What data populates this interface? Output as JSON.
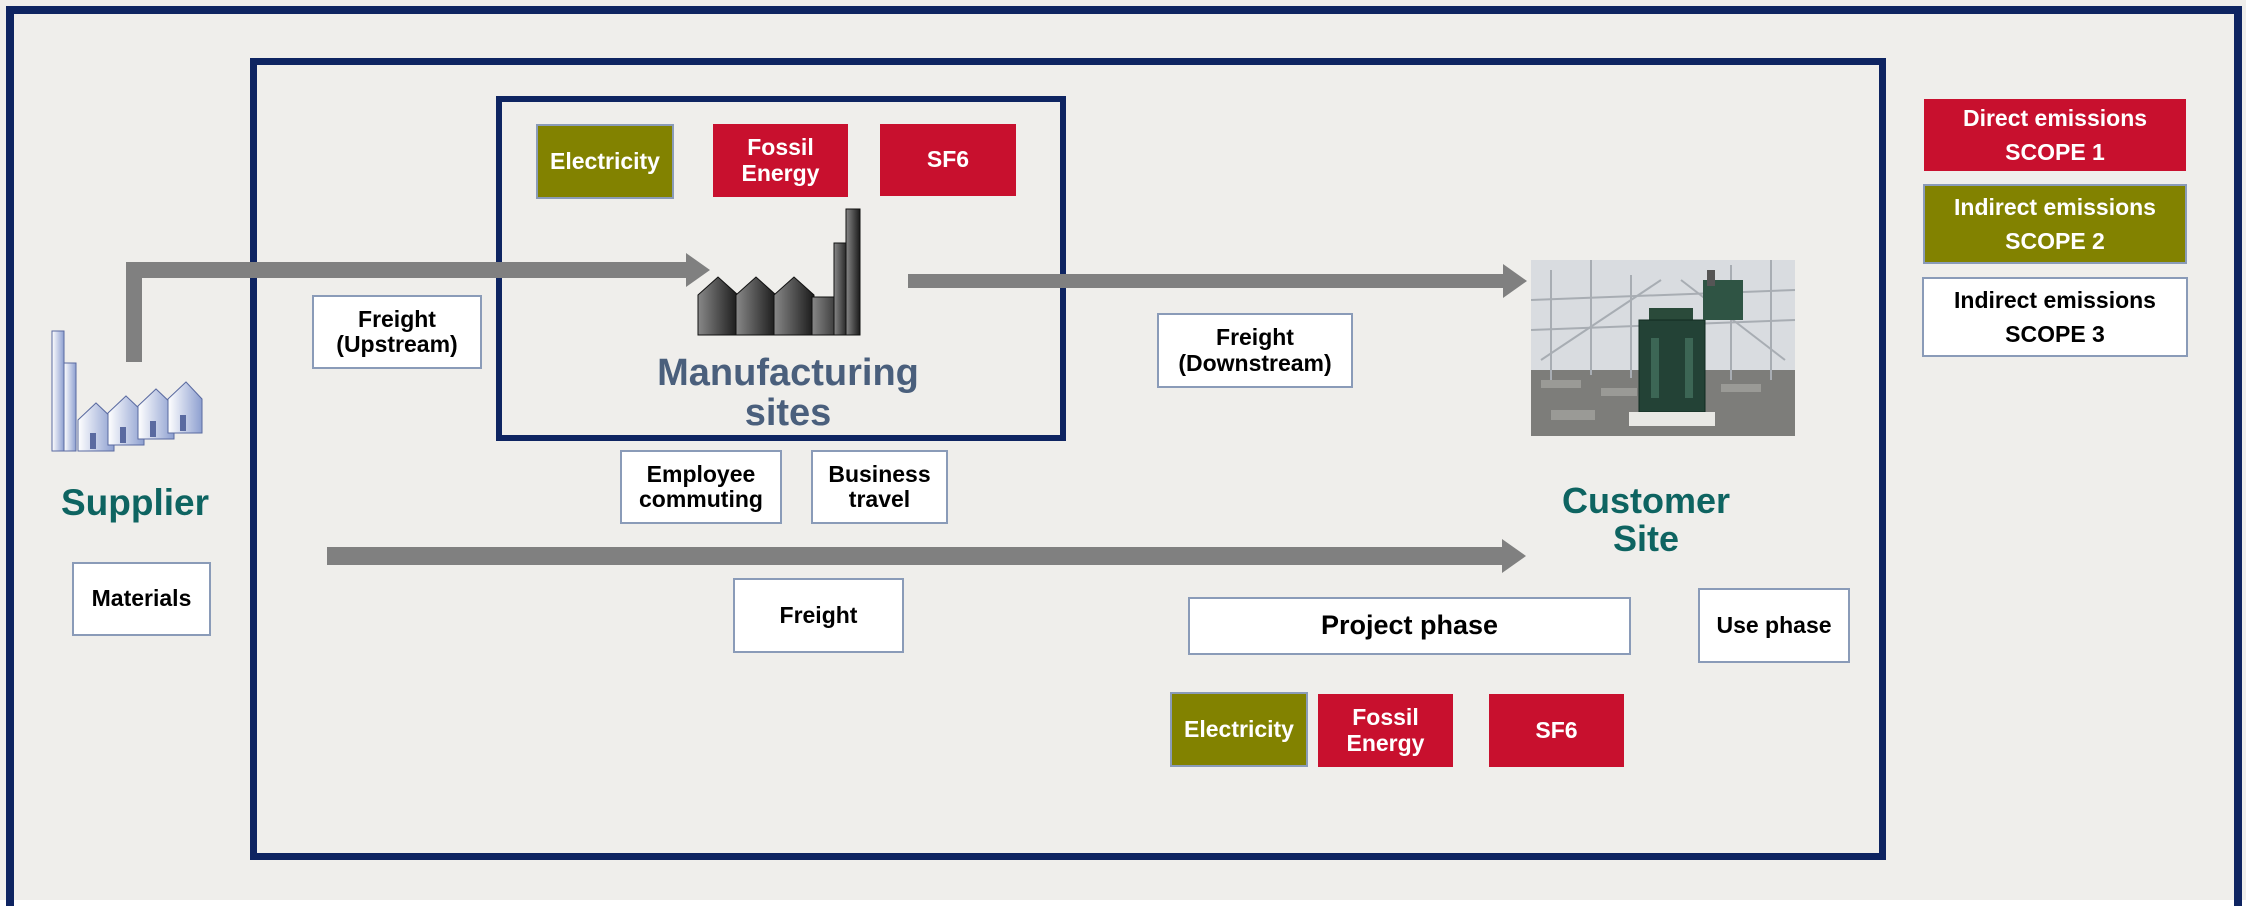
{
  "diagram": {
    "supplier_label": "Supplier",
    "manufacturing_label": "Manufacturing\nsites",
    "customer_label": "Customer\nSite",
    "materials": "Materials",
    "freight_upstream": "Freight\n(Upstream)",
    "freight_downstream": "Freight\n(Downstream)",
    "freight": "Freight",
    "employee_commuting": "Employee\ncommuting",
    "business_travel": "Business\ntravel",
    "project_phase": "Project phase",
    "use_phase": "Use phase",
    "mfg_electricity": "Electricity",
    "mfg_fossil": "Fossil\nEnergy",
    "mfg_sf6": "SF6",
    "site_electricity": "Electricity",
    "site_fossil": "Fossil\nEnergy",
    "site_sf6": "SF6"
  },
  "legend": {
    "scope1": "Direct emissions\nSCOPE 1",
    "scope2": "Indirect emissions\nSCOPE 2",
    "scope3": "Indirect emissions\nSCOPE 3"
  },
  "colors": {
    "frame_navy": "#0e2461",
    "scope1_red": "#c8102e",
    "scope2_olive": "#828200",
    "arrow_grey": "#808080",
    "teal_label": "#0e6461",
    "slate_label": "#4a5f7c"
  }
}
